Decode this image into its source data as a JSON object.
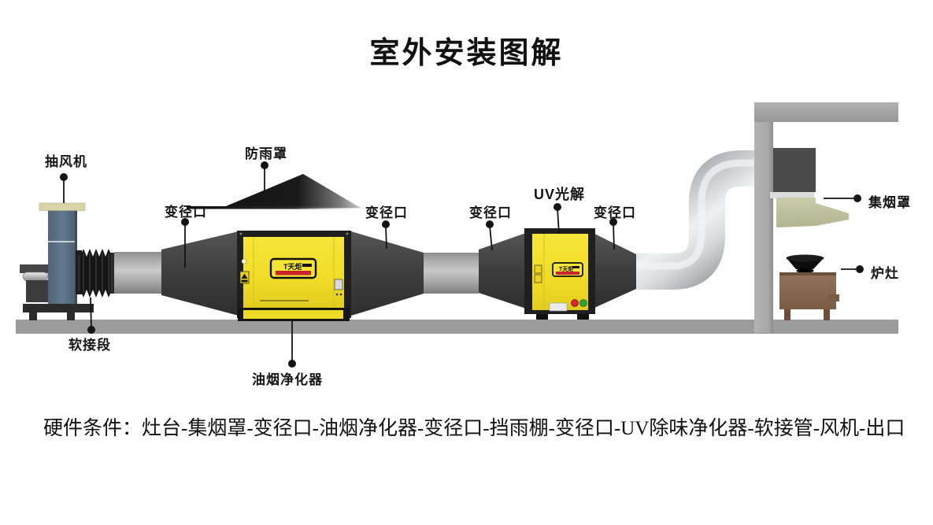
{
  "title": "室外安装图解",
  "footer": "硬件条件：灶台-集烟罩-变径口-油烟净化器-变径口-挡雨棚-变径口-UV除味净化器-软接管-风机-出口",
  "labels": {
    "exhaust_fan": "抽风机",
    "soft_joint": "软接段",
    "rain_cover": "防雨罩",
    "reducer": "变径口",
    "uv_unit": "UV光解",
    "oil_fume_purifier": "油烟净化器",
    "smoke_hood": "集烟罩",
    "stove": "炉灶"
  },
  "equipment": {
    "brand_logo": "T天炬"
  },
  "colors": {
    "machine_yellow": "#f2df2d",
    "duct_dark": "#3f3f3f",
    "floor_gray": "#9b9b9b",
    "button_red": "#d7282a",
    "button_green": "#2fa33a",
    "logo_red": "#c8252b",
    "fan_blue_gray": "#5d7389",
    "hood_green": "#c3c5a2",
    "stove_brown": "#85664f"
  }
}
